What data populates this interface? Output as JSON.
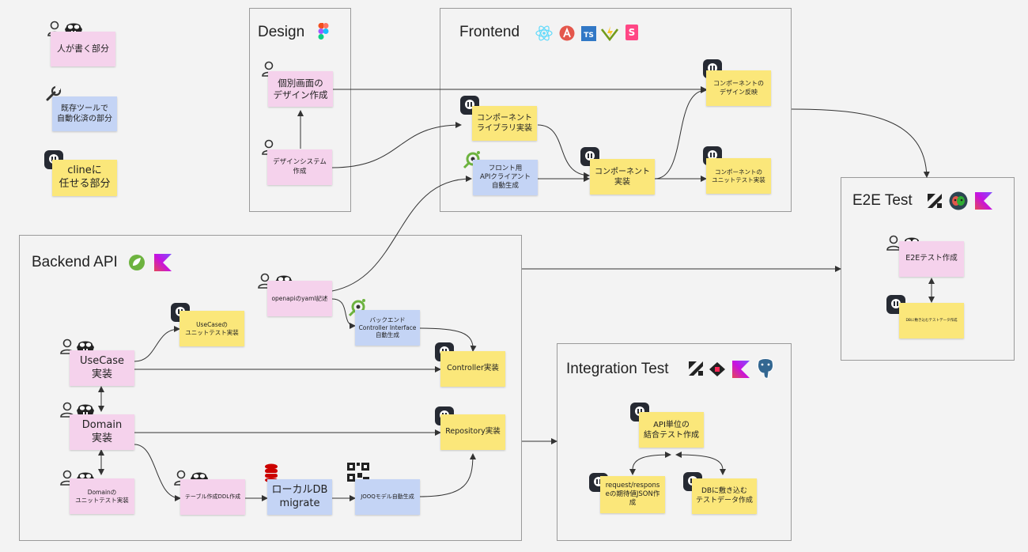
{
  "legend": {
    "human": "人が書く部分",
    "tool": "既存ツールで\n自動化済の部分",
    "cline": "clineに\n任せる部分"
  },
  "frames": {
    "design": "Design",
    "frontend": "Frontend",
    "backend": "Backend API",
    "integration": "Integration Test",
    "e2e": "E2E Test"
  },
  "design": {
    "individual": "個別画面の\nデザイン作成",
    "system": "デザインシステム\n作成"
  },
  "frontend": {
    "library": "コンポーネント\nライブラリ実装",
    "client": "フロント用\nAPIクライアント\n自動生成",
    "component": "コンポーネント\n実装",
    "design_reflect": "コンポーネントの\nデザイン反映",
    "unit_test": "コンポーネントの\nユニットテスト実装"
  },
  "backend": {
    "openapi": "openapiのyaml記述",
    "controller_if": "バックエンド\nController Interface\n自動生成",
    "usecase_test": "UseCaseの\nユニットテスト実装",
    "usecase": "UseCase\n実装",
    "controller": "Controller実装",
    "domain": "Domain\n実装",
    "repository": "Repository実装",
    "domain_test": "Domainの\nユニットテスト実装",
    "ddl": "テーブル作成DDL作成",
    "migrate": "ローカルDB\nmigrate",
    "jooq": "JOOQモデル自動生成"
  },
  "integration": {
    "api_test": "API単位の\n結合テスト作成",
    "json": "request/respons\neの期待値JSON作\n成",
    "data": "DBに敷き込む\nテストデータ作成"
  },
  "e2e": {
    "create": "E2Eテスト作成",
    "data": "DBに敷き込むテストデータ作成"
  },
  "icons": {
    "figma": "figma-icon",
    "react": "react-icon",
    "aspida": "aspida-icon",
    "typescript": "typescript-icon",
    "vitest": "vitest-icon",
    "storybook": "storybook-icon",
    "spring": "spring-icon",
    "kotlin": "kotlin-icon",
    "postgres": "postgresql-icon",
    "jooq": "jooq-icon",
    "flyway": "flyway-icon",
    "openapi_generator": "openapi-generator-icon",
    "playwright": "playwright-icon",
    "cline": "cline-icon",
    "copilot": "copilot-icon",
    "person": "person-icon",
    "wrench": "wrench-icon"
  },
  "badges": {
    "typescript": "TS"
  },
  "colors": {
    "human": "#f5d2ec",
    "tool": "#c4d4f5",
    "cline": "#fbe77a",
    "frame_border": "#9a9a9a",
    "background": "#f3f3f3"
  }
}
